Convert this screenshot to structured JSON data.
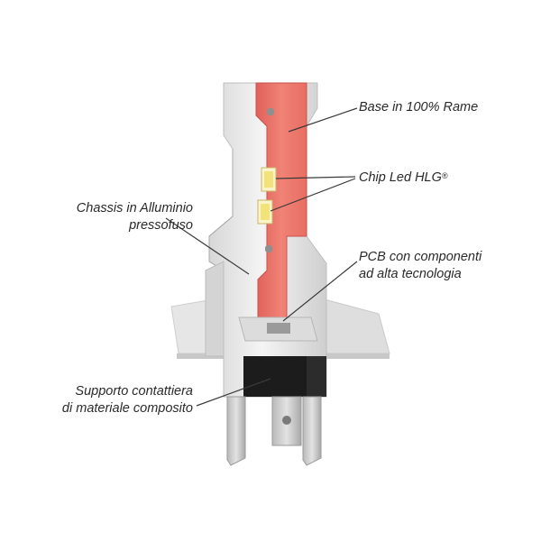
{
  "labels": {
    "base": "Base in 100% Rame",
    "chip": "Chip Led HLG",
    "chip_mark": "®",
    "chassis_line1": "Chassis in Alluminio",
    "chassis_line2": "pressofuso",
    "pcb_line1": "PCB con componenti",
    "pcb_line2": "ad alta tecnologia",
    "support_line1": "Supporto contattiera",
    "support_line2": "di materiale composito"
  },
  "colors": {
    "copper_base": "#ec7266",
    "aluminium": "#e8e8e8",
    "aluminium_shadow": "#c9c9c9",
    "composite_support": "#1c1c1c",
    "led_chip": "#f6e9a8",
    "terminal": "#cfcfcf"
  }
}
